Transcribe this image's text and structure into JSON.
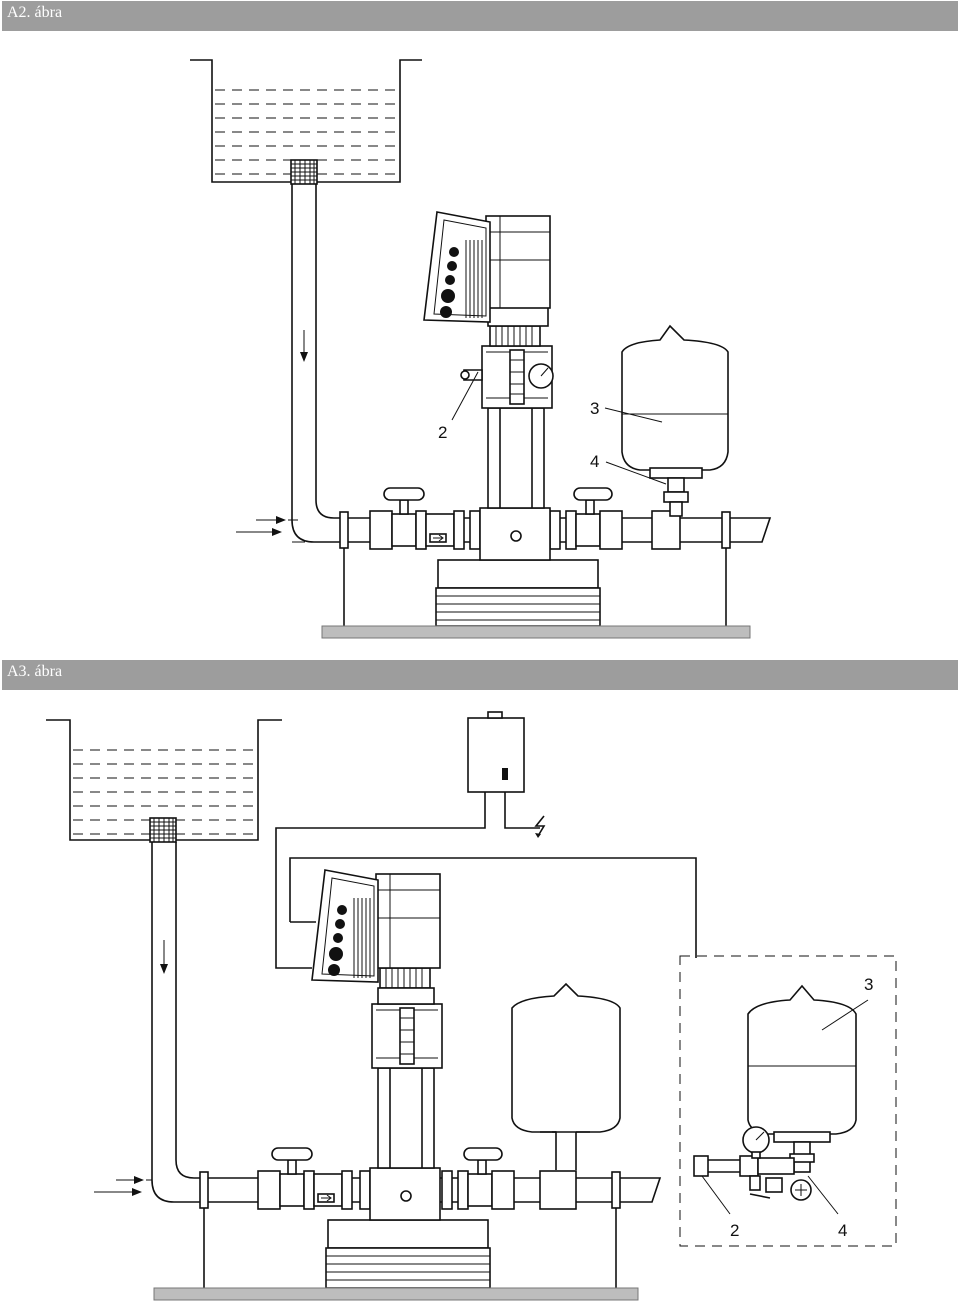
{
  "figures": [
    {
      "id": "a2",
      "title": "A2. ábra",
      "callouts": [
        "2",
        "3",
        "4"
      ]
    },
    {
      "id": "a3",
      "title": "A3. ábra",
      "callouts": [
        "3",
        "2",
        "4"
      ]
    }
  ],
  "colors": {
    "title_band": "#9d9d9d",
    "title_text": "#ffffff",
    "floor": "#bdbdbd",
    "line": "#111111"
  },
  "icons": [
    "arrow-down-icon",
    "arrow-right-icon",
    "lightning-icon",
    "pressure-gauge-icon",
    "flow-arrow-icon"
  ]
}
